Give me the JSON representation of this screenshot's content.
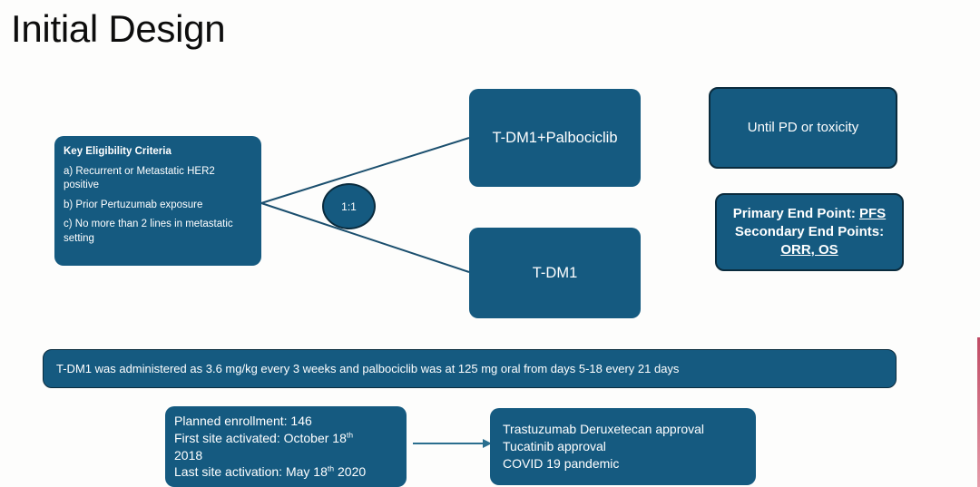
{
  "slide": {
    "title": "Initial Design",
    "accent_blue": "#155a80",
    "border_dark": "#0a2b3d",
    "text_color": "#ffffff",
    "background": "#fdfdfc",
    "edge_strip_color": "#c04a63"
  },
  "criteria": {
    "heading": "Key Eligibility Criteria",
    "items": [
      "a) Recurrent or Metastatic HER2 positive",
      "b) Prior Pertuzumab exposure",
      "c) No more than 2 lines in metastatic setting"
    ]
  },
  "randomization": {
    "ratio": "1:1"
  },
  "arms": [
    {
      "label": "T-DM1+Palbociclib"
    },
    {
      "label": "T-DM1"
    }
  ],
  "duration": {
    "label": "Until PD or toxicity"
  },
  "endpoints": {
    "primary_prefix": "Primary End Point: ",
    "primary_value": "PFS",
    "secondary_prefix": "Secondary End Points:",
    "secondary_value": "ORR, OS"
  },
  "dosing": {
    "text": "T-DM1 was administered as 3.6 mg/kg every 3 weeks and palbociclib was at 125 mg oral from days 5-18 every 21 days"
  },
  "enrollment": {
    "line1": "Planned enrollment: 146",
    "line2_prefix": "First site activated: October 18",
    "line2_sup": "th",
    "line2_suffix": "",
    "line3": "2018",
    "line4_prefix": "Last site activation: May 18",
    "line4_sup": "th",
    "line4_suffix": " 2020"
  },
  "events": {
    "lines": [
      "Trastuzumab Deruxetecan approval",
      "Tucatinib approval",
      "COVID 19 pandemic"
    ]
  }
}
